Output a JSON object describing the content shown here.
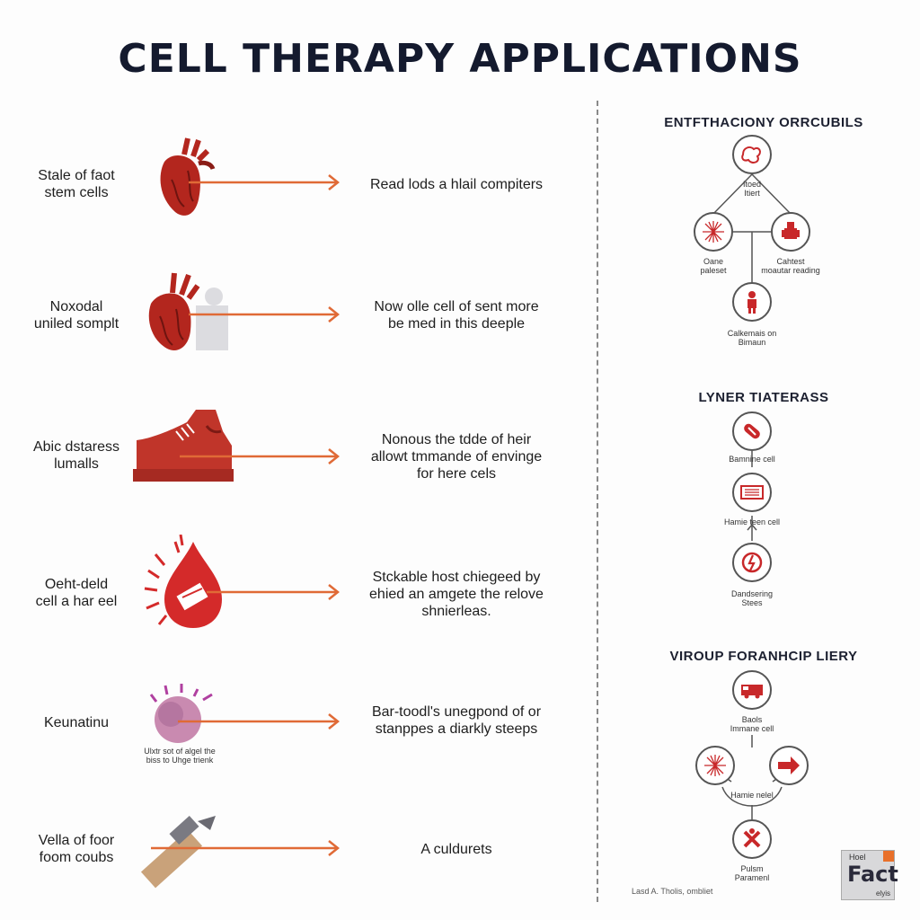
{
  "title": "CELL THERAPY APPLICATIONS",
  "rows": [
    {
      "left": [
        "Stale of faot",
        "stem cells"
      ],
      "right": [
        "Read lods a hlail compiters"
      ],
      "icon": "heart-icon"
    },
    {
      "left": [
        "Noxodal",
        "uniled somplt"
      ],
      "right": [
        "Now olle cell of sent more",
        "be med in this deeple"
      ],
      "icon": "heart-icon"
    },
    {
      "left": [
        "Abic dstaress",
        "lumalls"
      ],
      "right": [
        "Nonous the tdde of heir",
        "allowt tmmande of envinge",
        "for here cels"
      ],
      "icon": "shoe-icon"
    },
    {
      "left": [
        "Oeht-deld",
        "cell a har eel"
      ],
      "right": [
        "Stckable host chiegeed by",
        "ehied an amgete the relove",
        "shnierleas."
      ],
      "icon": "blood-drop-icon"
    },
    {
      "left": [
        "Keunatinu"
      ],
      "right": [
        "Bar-toodl's unegpond of or",
        "stanppes a diarkly steeps"
      ],
      "icon": "cell-icon",
      "sub": [
        "Ulxtr sot of algel the",
        "biss to Uhge trienk"
      ]
    },
    {
      "left": [
        "Vella of foor",
        "foom coubs"
      ],
      "right": [
        "A culdurets"
      ],
      "icon": "syringe-icon"
    }
  ],
  "panel": {
    "sections": [
      {
        "title": "ENTFTHACIONY ORRCUBILS",
        "nodes": [
          {
            "icon": "organ-icon",
            "caption": [
              "Itoed",
              "Itiert"
            ]
          },
          {
            "icon": "burst-icon",
            "caption": [
              "Oane",
              "paleset"
            ]
          },
          {
            "icon": "robot-icon",
            "caption": [
              "Cahtest",
              "moautar reading"
            ]
          },
          {
            "icon": "person-icon",
            "caption": [
              "Calkemais on",
              "Bimaun"
            ]
          }
        ]
      },
      {
        "title": "LYNER TIATERASS",
        "nodes": [
          {
            "icon": "capsule-icon",
            "caption": [
              "Bamnine cell"
            ]
          },
          {
            "icon": "panel-icon",
            "caption": [
              "Hamie teen cell"
            ]
          },
          {
            "icon": "power-icon",
            "caption": [
              "Dandsering",
              "Stees"
            ]
          }
        ]
      },
      {
        "title": "VIROUP FORANHCIP LIERY",
        "nodes": [
          {
            "icon": "bus-icon",
            "caption": [
              "Baols",
              "Immane cell"
            ]
          },
          {
            "icon": "burst-icon",
            "caption": []
          },
          {
            "icon": "arrow-block-icon",
            "caption": []
          },
          {
            "icon": "cross-icon",
            "caption": [
              "Pulsm",
              "Paramenl"
            ]
          }
        ],
        "center_caption": "Hamie nelel"
      }
    ]
  },
  "badge": {
    "top": "Hoel",
    "main": "Fact",
    "bottom": "elyis"
  },
  "footer": "Lasd A. Tholis, ombliet",
  "colors": {
    "accent": "#e06a36",
    "red": "#c8282a",
    "dark": "#141a2e"
  }
}
